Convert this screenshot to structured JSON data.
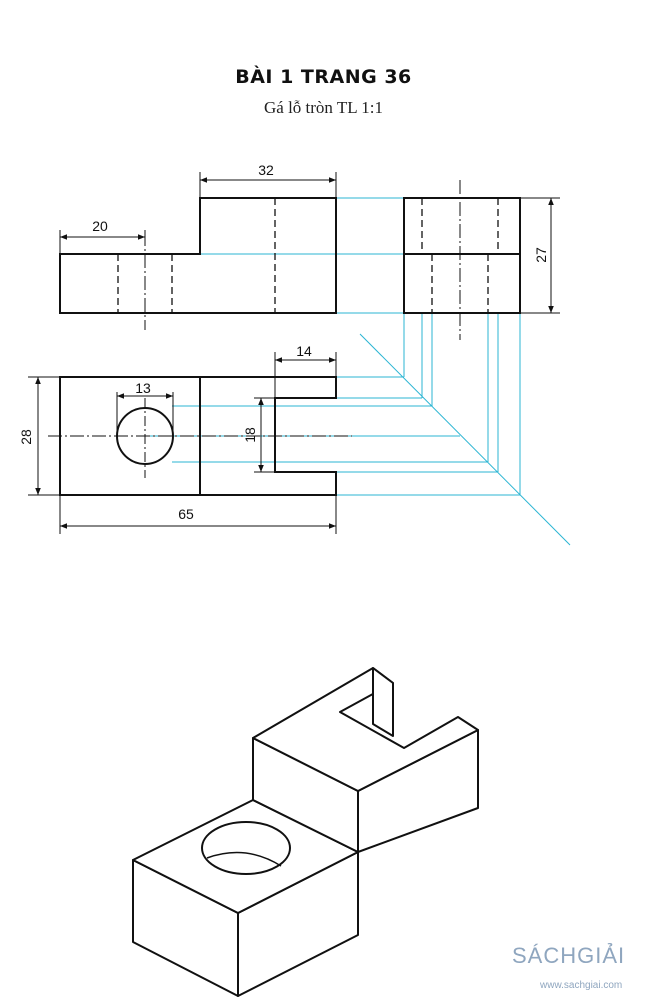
{
  "title": "BÀI 1 TRANG 36",
  "subtitle": "Gá lỗ tròn TL 1:1",
  "dimensions": {
    "front_top_width": "32",
    "front_step_width": "20",
    "side_height": "27",
    "top_slot_width": "14",
    "hole_diameter": "13",
    "slot_height": "18",
    "top_depth": "28",
    "overall_length": "65"
  },
  "watermark": {
    "brand": "SÁCHGIẢI",
    "url": "www.sachgiai.com"
  },
  "colors": {
    "line": "#111111",
    "projection": "#2bb5d3",
    "watermark": "#8fa6bf"
  }
}
